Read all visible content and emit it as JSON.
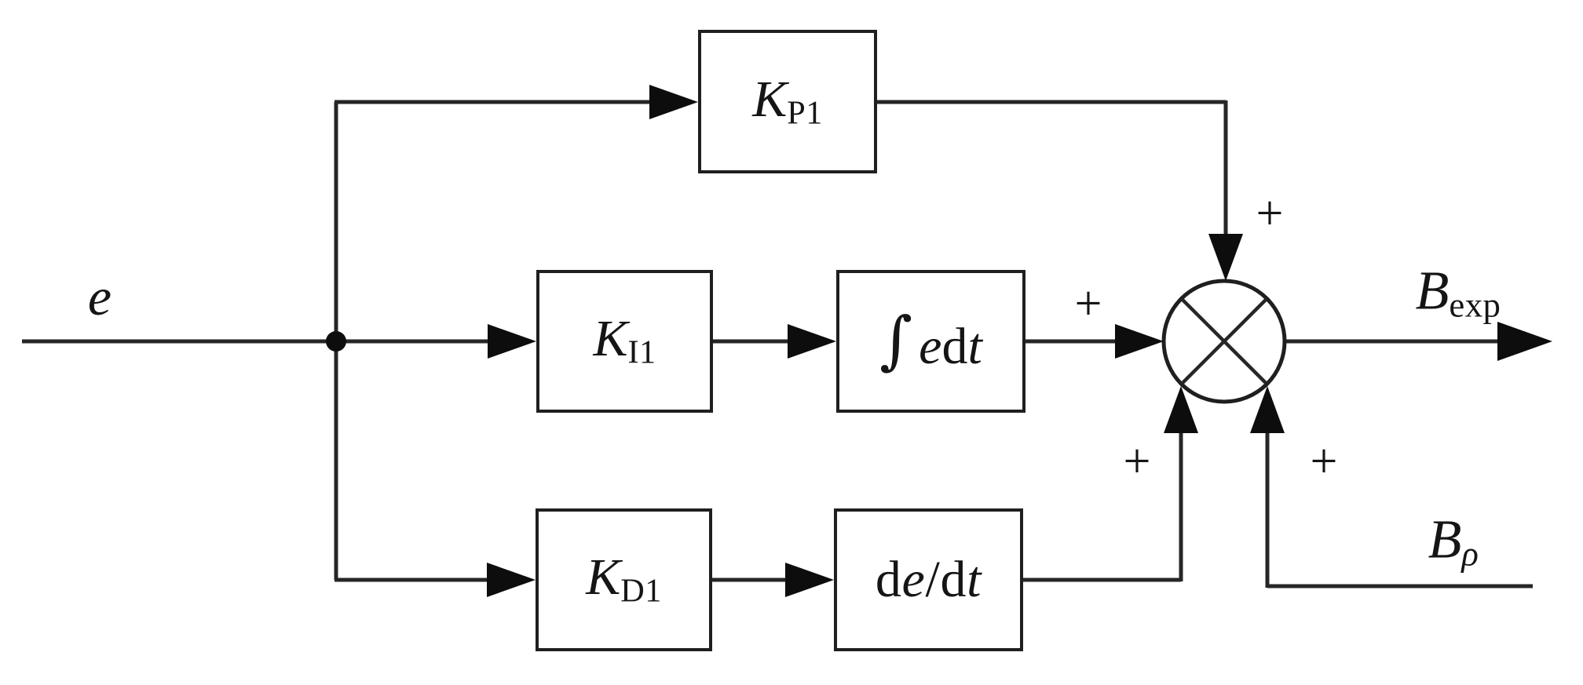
{
  "diagram": {
    "background_color": "#ffffff",
    "line_color": "#262626",
    "text_color": "#151515",
    "input": {
      "label": "e"
    },
    "output": {
      "main": "B",
      "sub": "exp"
    },
    "disturbance": {
      "main": "B",
      "sub": "ρ"
    },
    "blocks": {
      "kp1": {
        "main": "K",
        "sub": "P1"
      },
      "ki1": {
        "main": "K",
        "sub": "I1"
      },
      "kd1": {
        "main": "K",
        "sub": "D1"
      },
      "integrator": {
        "sign": "∫",
        "e": "e",
        "d": "d",
        "t": "t"
      },
      "derivative": {
        "d1": "d",
        "e": "e",
        "slash": "/",
        "d2": "d",
        "t": "t"
      }
    },
    "summer": {
      "plus_top": "+",
      "plus_left": "+",
      "plus_bottom_left": "+",
      "plus_bottom_right": "+"
    }
  }
}
